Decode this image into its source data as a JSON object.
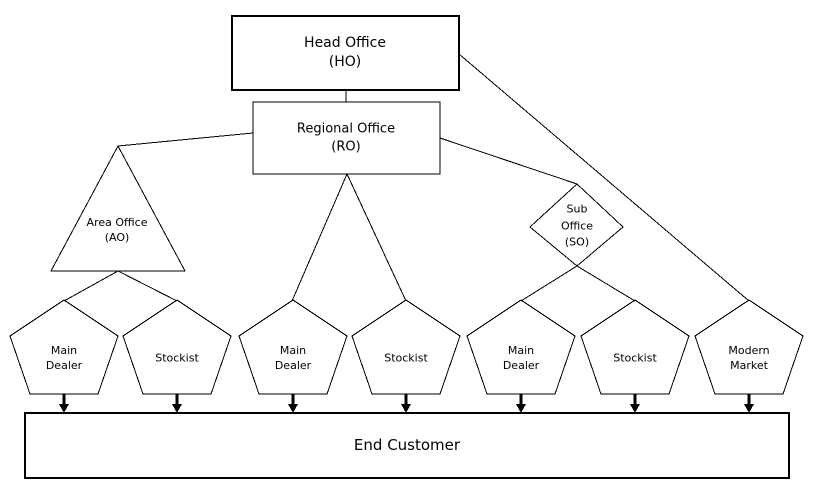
{
  "diagram": {
    "description": "Distribution network hierarchy diagram",
    "colors": {
      "background": "#ffffff",
      "line": "#000000",
      "text": "#000000"
    },
    "nodes": {
      "head_office": {
        "label": "Head Office\n(HO)",
        "shape": "rectangle"
      },
      "regional_office": {
        "label": "Regional Office\n(RO)",
        "shape": "rectangle"
      },
      "area_office": {
        "label": "Area Office\n(AO)",
        "shape": "triangle"
      },
      "sub_office": {
        "label": "Sub\nOffice\n(SO)",
        "shape": "diamond"
      },
      "end_customer": {
        "label": "End Customer",
        "shape": "rectangle"
      }
    },
    "pentagons": [
      {
        "label": "Main\nDealer"
      },
      {
        "label": "Stockist"
      },
      {
        "label": "Main\nDealer"
      },
      {
        "label": "Stockist"
      },
      {
        "label": "Main\nDealer"
      },
      {
        "label": "Stockist"
      },
      {
        "label": "Modern\nMarket"
      }
    ],
    "edges": [
      {
        "from": "head_office",
        "to": "regional_office"
      },
      {
        "from": "head_office",
        "to": "modern_market_pentagon"
      },
      {
        "from": "regional_office",
        "to": "area_office"
      },
      {
        "from": "regional_office",
        "to": "sub_office"
      },
      {
        "from": "regional_office",
        "to": "main_dealer_pentagon_2"
      },
      {
        "from": "regional_office",
        "to": "stockist_pentagon_2"
      },
      {
        "from": "area_office",
        "to": "main_dealer_pentagon_1"
      },
      {
        "from": "area_office",
        "to": "stockist_pentagon_1"
      },
      {
        "from": "sub_office",
        "to": "main_dealer_pentagon_3"
      },
      {
        "from": "sub_office",
        "to": "stockist_pentagon_3"
      },
      {
        "from": "main_dealer_pentagon_1",
        "to": "end_customer",
        "arrow": true
      },
      {
        "from": "stockist_pentagon_1",
        "to": "end_customer",
        "arrow": true
      },
      {
        "from": "main_dealer_pentagon_2",
        "to": "end_customer",
        "arrow": true
      },
      {
        "from": "stockist_pentagon_2",
        "to": "end_customer",
        "arrow": true
      },
      {
        "from": "main_dealer_pentagon_3",
        "to": "end_customer",
        "arrow": true
      },
      {
        "from": "stockist_pentagon_3",
        "to": "end_customer",
        "arrow": true
      },
      {
        "from": "modern_market_pentagon",
        "to": "end_customer",
        "arrow": true
      }
    ]
  }
}
